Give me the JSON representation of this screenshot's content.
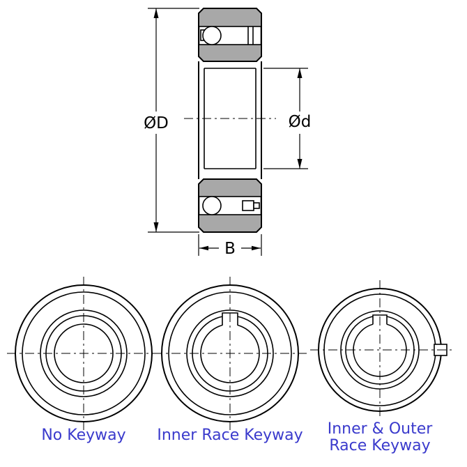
{
  "dimension_labels": {
    "outer_diameter": "ØD",
    "bore_diameter": "Ød",
    "width": "B"
  },
  "variant_labels": {
    "no_keyway": "No Keyway",
    "inner_race_keyway": "Inner Race Keyway",
    "inner_outer_keyway_line1": "Inner & Outer",
    "inner_outer_keyway_line2": "Race Keyway"
  },
  "colors": {
    "ring_fill": "#a8a8a8",
    "label_text": "#3a3acc",
    "outline": "#000000",
    "background": "#ffffff"
  }
}
